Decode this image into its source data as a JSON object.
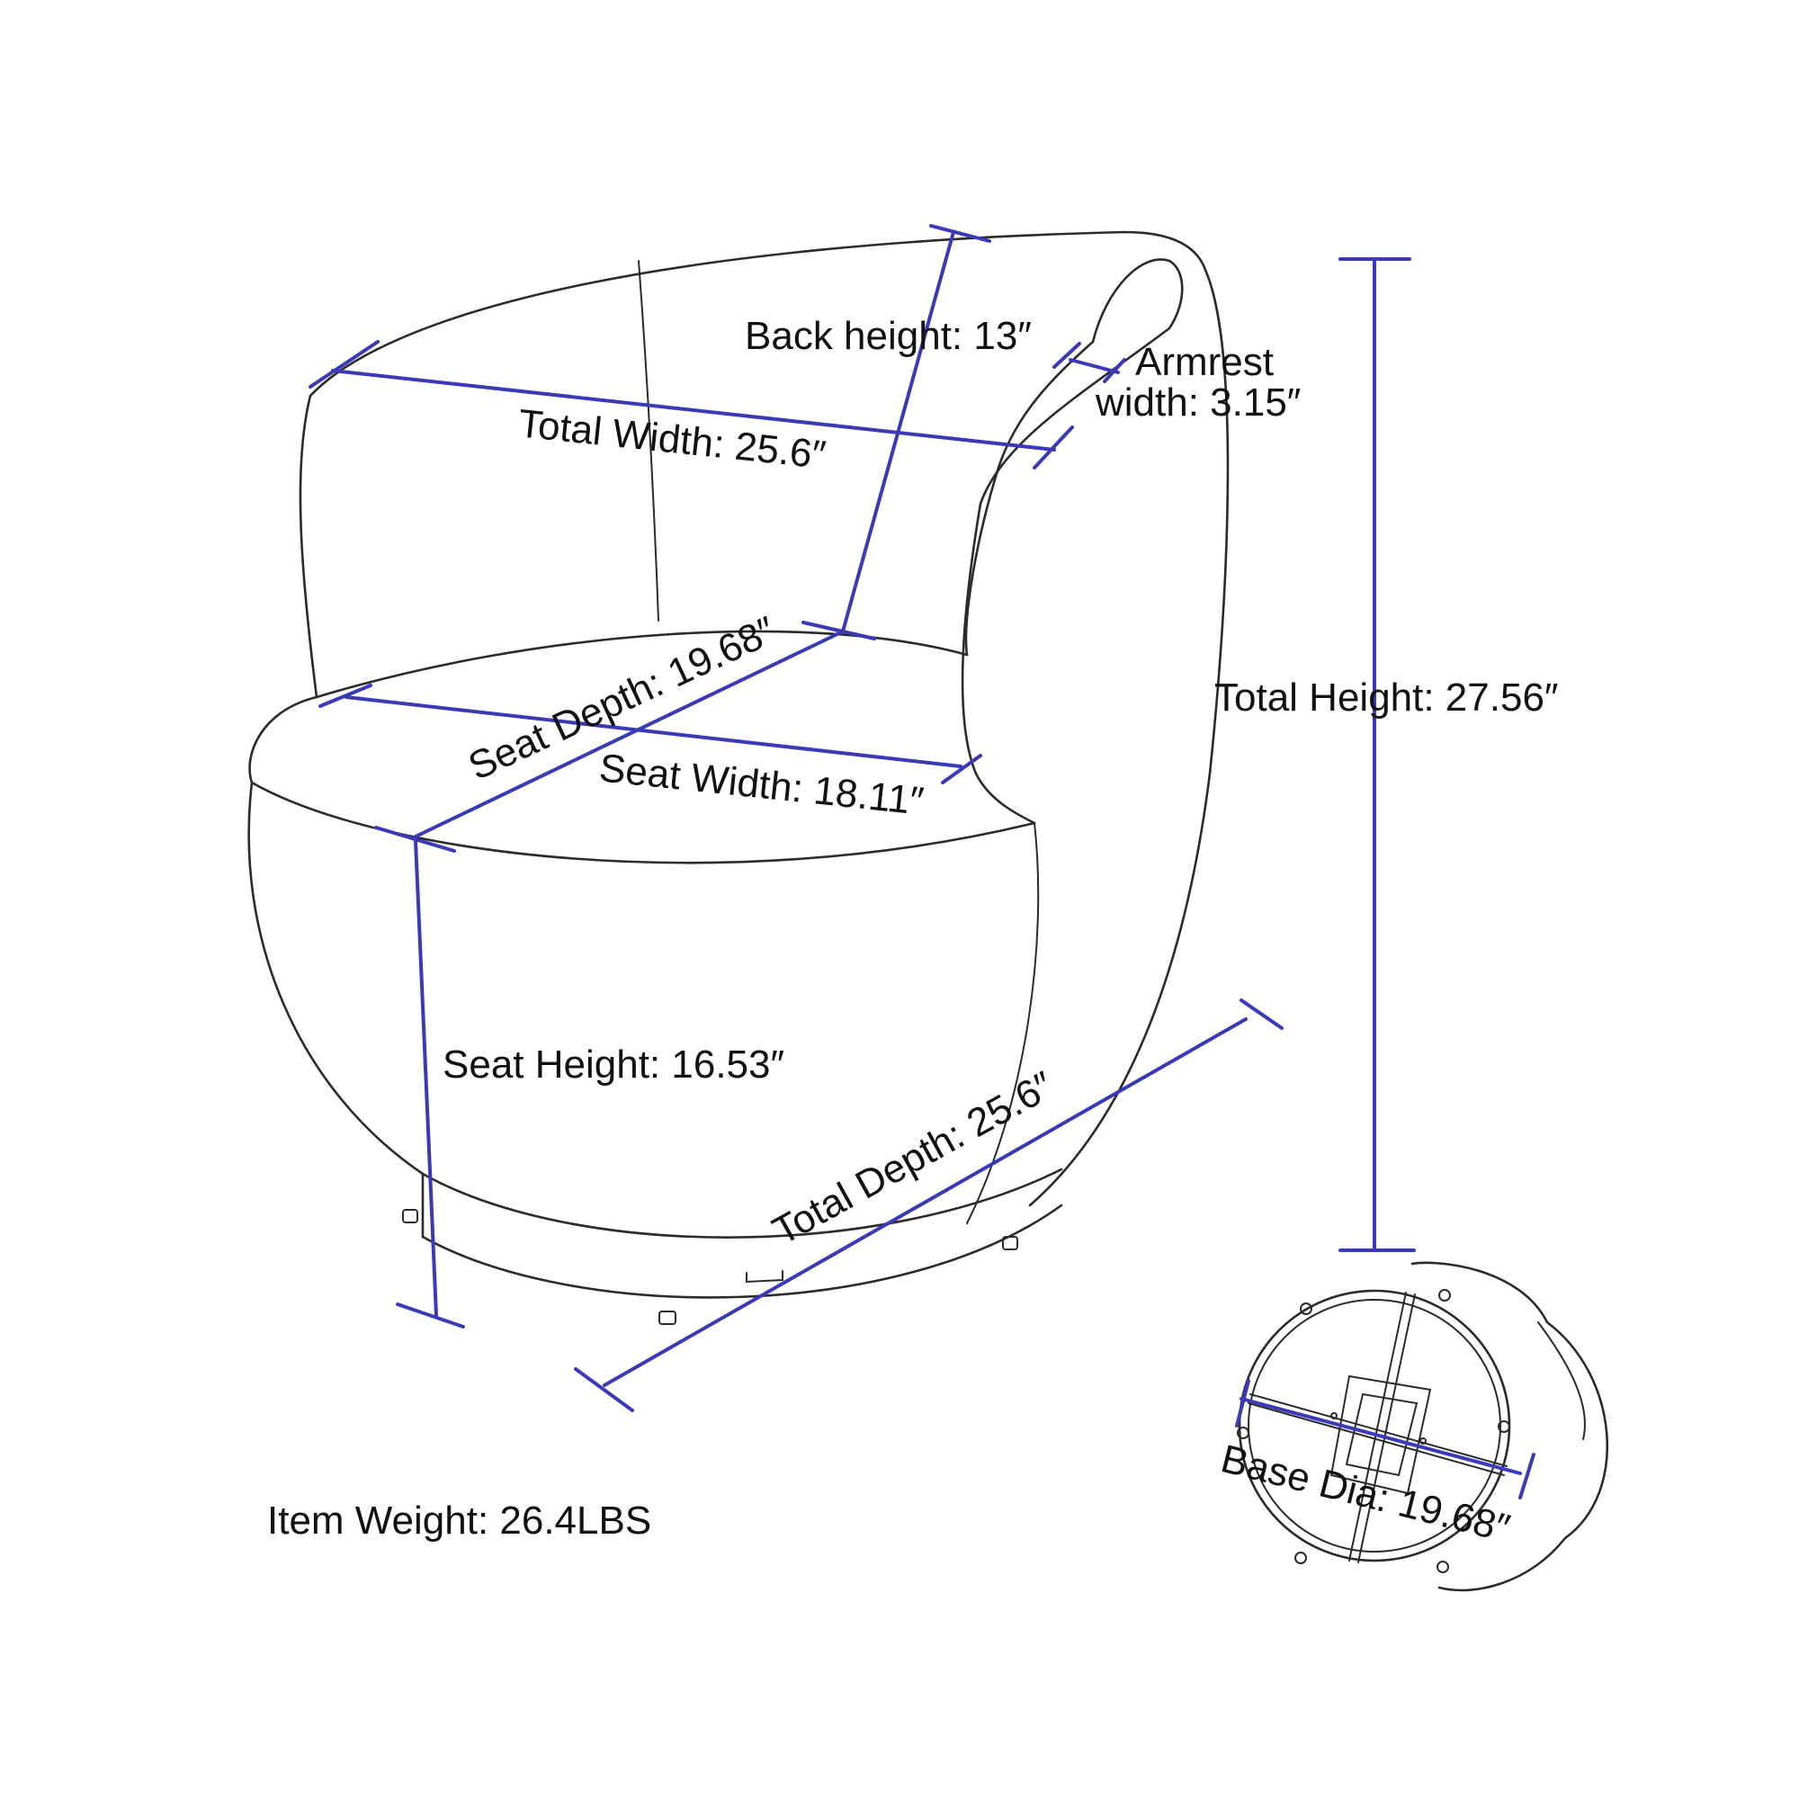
{
  "colors": {
    "dimension_line": "#3a3ab8",
    "outline": "#2b2b2b",
    "text": "#111111",
    "background": "#ffffff"
  },
  "labels": {
    "back_height": "Back height: 13″",
    "armrest_line1": "Armrest",
    "armrest_line2": "width: 3.15″",
    "total_width": "Total Width: 25.6″",
    "seat_depth": "Seat Depth: 19.68″",
    "seat_width": "Seat Width: 18.11″",
    "total_height": "Total Height: 27.56″",
    "seat_height": "Seat Height: 16.53″",
    "total_depth": "Total Depth:  25.6″",
    "base_dia": "Base Dia: 19.68″",
    "item_weight": "Item Weight: 26.4LBS"
  }
}
